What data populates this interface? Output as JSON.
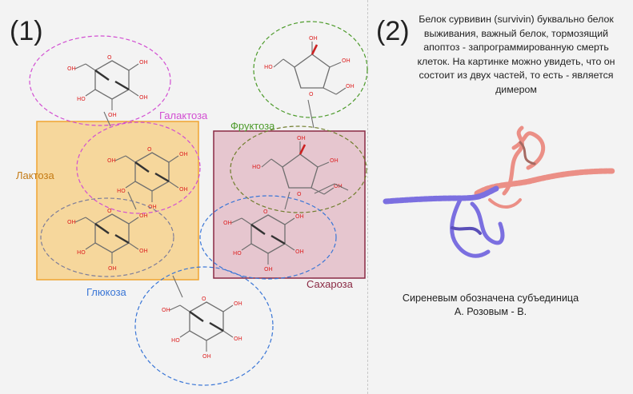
{
  "panel_left_number": "(1)",
  "panel_right_number": "(2)",
  "labels": {
    "galactose": "Галактоза",
    "fructose": "Фруктоза",
    "lactose": "Лактоза",
    "glucose": "Глюкоза",
    "sucrose": "Сахароза"
  },
  "description": "Белок сурвивин (survivin) буквально белок выживания, важный белок, тормозящий апоптоз - запрограммированную смерть клеток. На картинке можно увидеть, что он состоит из двух частей, то есть - является димером",
  "caption_line1": "Сиреневым обозначена субъединица",
  "caption_line2": "А. Розовым - B.",
  "colors": {
    "galactose": "#d24fd2",
    "fructose": "#4c9a2a",
    "glucose": "#3a76d6",
    "lactose_fill": "#f6d79c",
    "lactose_border": "#f0a431",
    "sucrose_fill": "#e6c6cf",
    "sucrose_border": "#8a2a44",
    "subunit_a": "#7b6fe0",
    "subunit_b": "#eb8f86"
  }
}
